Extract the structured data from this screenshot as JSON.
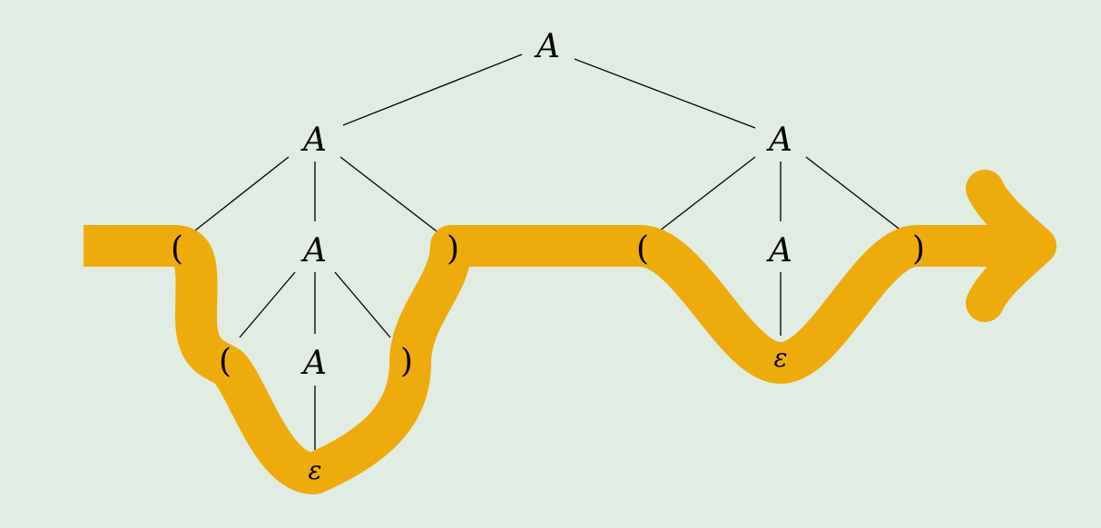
{
  "diagram": {
    "colors": {
      "background": "#e1ece2",
      "traversal_path": "#edac0b",
      "edges": "#000000",
      "text": "#000000"
    },
    "nodes": {
      "root": "A",
      "left": "A",
      "right": "A",
      "left_open": "(",
      "left_mid": "A",
      "left_close": ")",
      "inner_open": "(",
      "inner_mid": "A",
      "inner_close": ")",
      "inner_eps": "ε",
      "right_open": "(",
      "right_mid": "A",
      "right_close": ")",
      "right_eps": "ε"
    }
  }
}
